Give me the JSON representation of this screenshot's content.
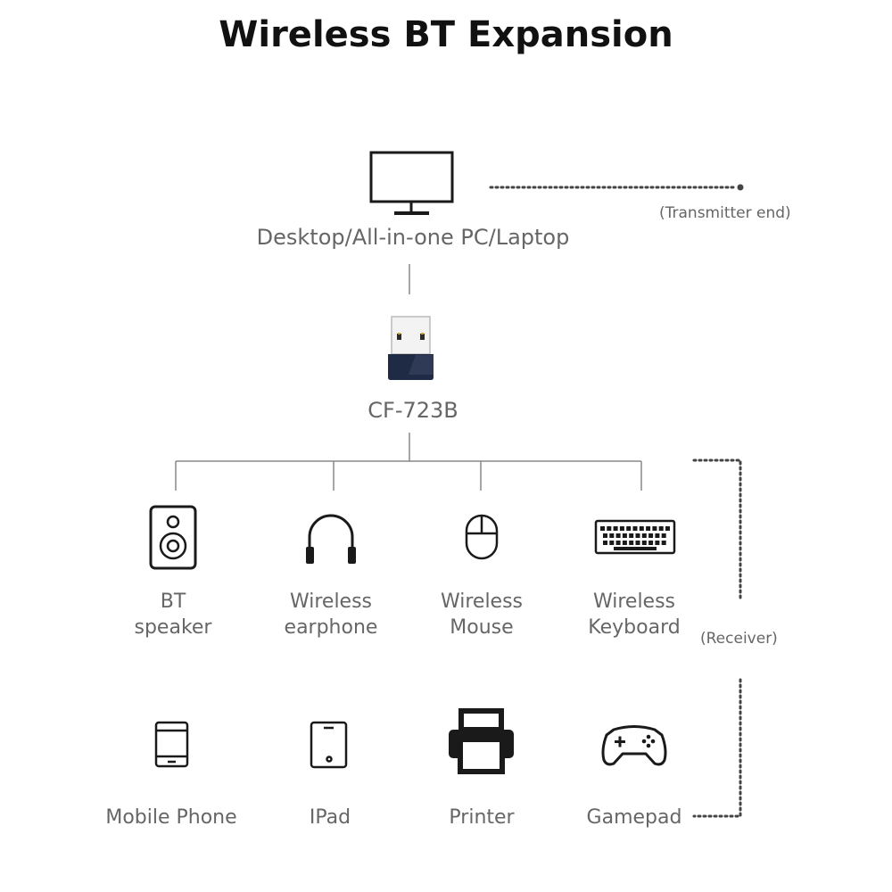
{
  "title": "Wireless BT Expansion",
  "transmitter": {
    "label": "Desktop/All-in-one PC/Laptop",
    "note": "(Transmitter end)",
    "icon": "monitor-icon"
  },
  "adapter": {
    "label": "CF-723B",
    "icon": "usb-adapter-icon",
    "accent_color": "#1f2a44"
  },
  "receiver_note": "(Receiver)",
  "receivers_row1": [
    {
      "line1": "BT",
      "line2": "speaker",
      "icon": "speaker-icon"
    },
    {
      "line1": "Wireless",
      "line2": "earphone",
      "icon": "headphone-icon"
    },
    {
      "line1": "Wireless",
      "line2": "Mouse",
      "icon": "mouse-icon"
    },
    {
      "line1": "Wireless",
      "line2": "Keyboard",
      "icon": "keyboard-icon"
    }
  ],
  "receivers_row2": [
    {
      "label": "Mobile Phone",
      "icon": "phone-icon"
    },
    {
      "label": "IPad",
      "icon": "tablet-icon"
    },
    {
      "label": "Printer",
      "icon": "printer-icon"
    },
    {
      "label": "Gamepad",
      "icon": "gamepad-icon"
    }
  ]
}
